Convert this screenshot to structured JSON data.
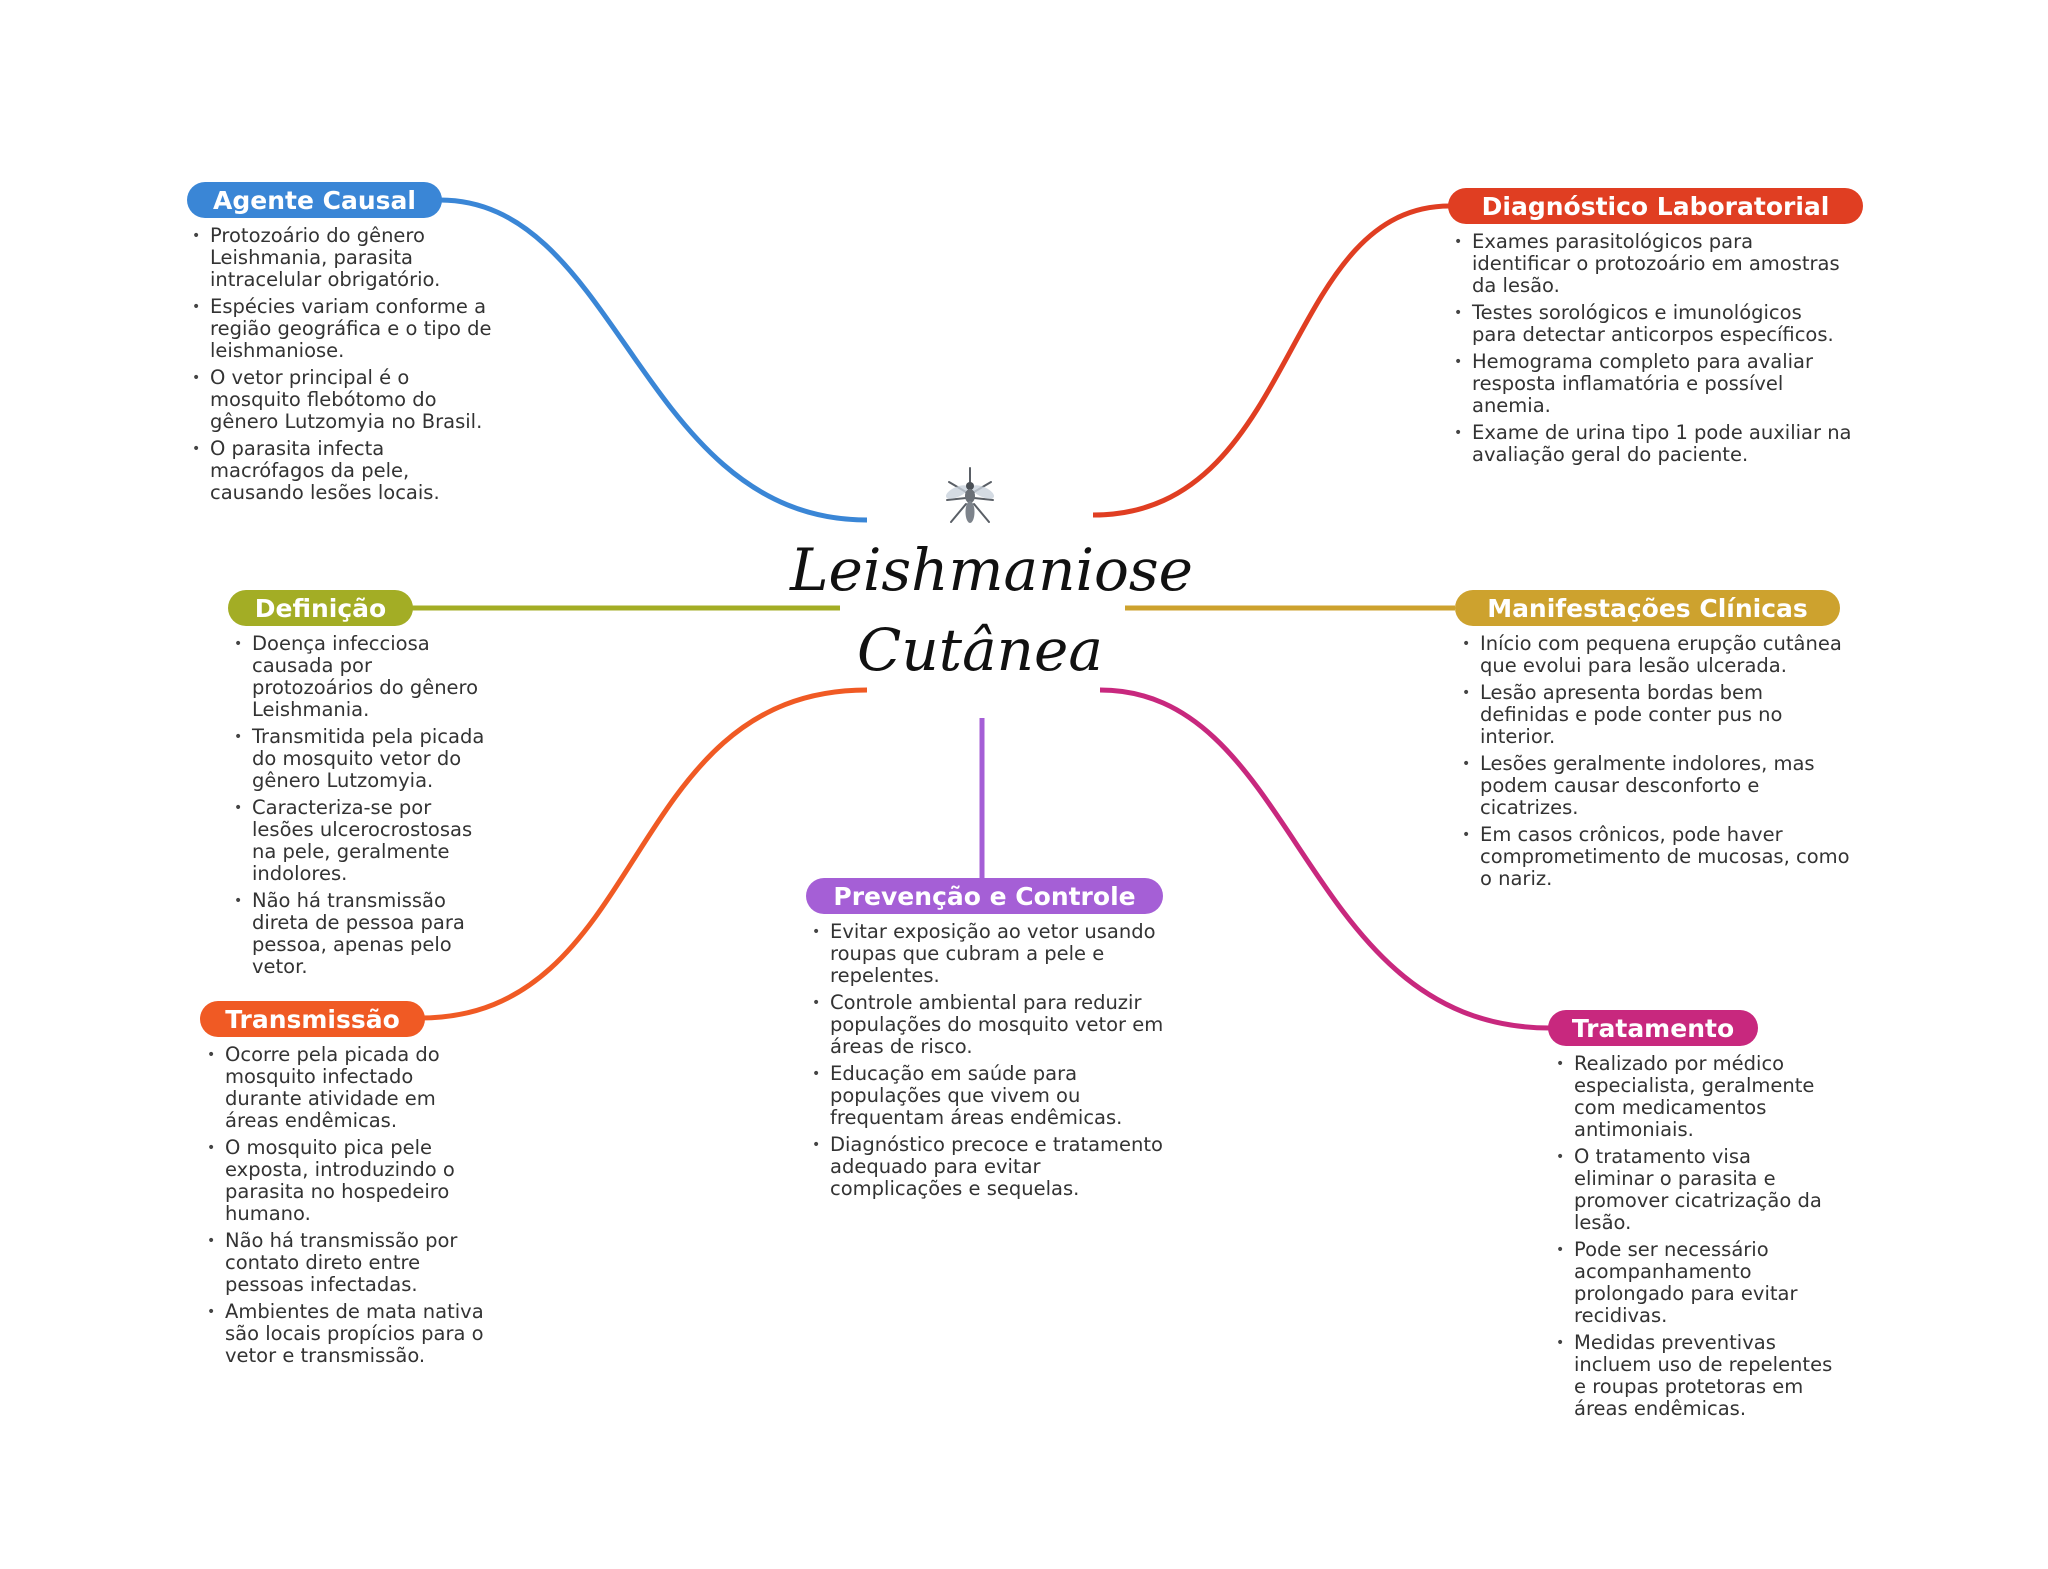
{
  "central": {
    "title": "Leishmaniose\nCutânea",
    "icon": "mosquito-icon"
  },
  "colors": {
    "agente": "#3a86d6",
    "definicao": "#a3ad25",
    "transmissao": "#f05a24",
    "prevencao": "#a55fd6",
    "diagnostico": "#e03e22",
    "manifestacoes": "#cda22e",
    "tratamento": "#c8287e"
  },
  "branches": {
    "agente": {
      "title": "Agente Causal",
      "items": [
        "Protozoário do gênero Leishmania, parasita intracelular obrigatório.",
        "Espécies variam conforme a região geográfica e o tipo de leishmaniose.",
        "O vetor principal é o mosquito flebótomo do gênero Lutzomyia no Brasil.",
        "O parasita infecta macrófagos da pele, causando lesões locais."
      ]
    },
    "definicao": {
      "title": "Definição",
      "items": [
        "Doença infecciosa causada por protozoários do gênero Leishmania.",
        "Transmitida pela picada do mosquito vetor do gênero Lutzomyia.",
        "Caracteriza-se por lesões ulcerocrostosas na pele, geralmente indolores.",
        "Não há transmissão direta de pessoa para pessoa, apenas pelo vetor."
      ]
    },
    "transmissao": {
      "title": "Transmissão",
      "items": [
        "Ocorre pela picada do mosquito infectado durante atividade em áreas endêmicas.",
        "O mosquito pica pele exposta, introduzindo o parasita no hospedeiro humano.",
        "Não há transmissão por contato direto entre pessoas infectadas.",
        "Ambientes de mata nativa são locais propícios para o vetor e transmissão."
      ]
    },
    "prevencao": {
      "title": "Prevenção e Controle",
      "items": [
        "Evitar exposição ao vetor usando roupas que cubram a pele e repelentes.",
        "Controle ambiental para reduzir populações do mosquito vetor em áreas de risco.",
        "Educação em saúde para populações que vivem ou frequentam áreas endêmicas.",
        "Diagnóstico precoce e tratamento adequado para evitar complicações e sequelas."
      ]
    },
    "diagnostico": {
      "title": "Diagnóstico Laboratorial",
      "items": [
        "Exames parasitológicos para identificar o protozoário em amostras da lesão.",
        "Testes sorológicos e imunológicos para detectar anticorpos específicos.",
        "Hemograma completo para avaliar resposta inflamatória e possível anemia.",
        "Exame de urina tipo 1 pode auxiliar na avaliação geral do paciente."
      ]
    },
    "manifestacoes": {
      "title": "Manifestações Clínicas",
      "items": [
        "Início com pequena erupção cutânea que evolui para lesão ulcerada.",
        "Lesão apresenta bordas bem definidas e pode conter pus no interior.",
        "Lesões geralmente indolores, mas podem causar desconforto e cicatrizes.",
        "Em casos crônicos, pode haver comprometimento de mucosas, como o nariz."
      ]
    },
    "tratamento": {
      "title": "Tratamento",
      "items": [
        "Realizado por médico especialista, geralmente com medicamentos antimoniais.",
        "O tratamento visa eliminar o parasita e promover cicatrização da lesão.",
        "Pode ser necessário acompanhamento prolongado para evitar recidivas.",
        "Medidas preventivas incluem uso de repelentes e roupas protetoras em áreas endêmicas."
      ]
    }
  }
}
